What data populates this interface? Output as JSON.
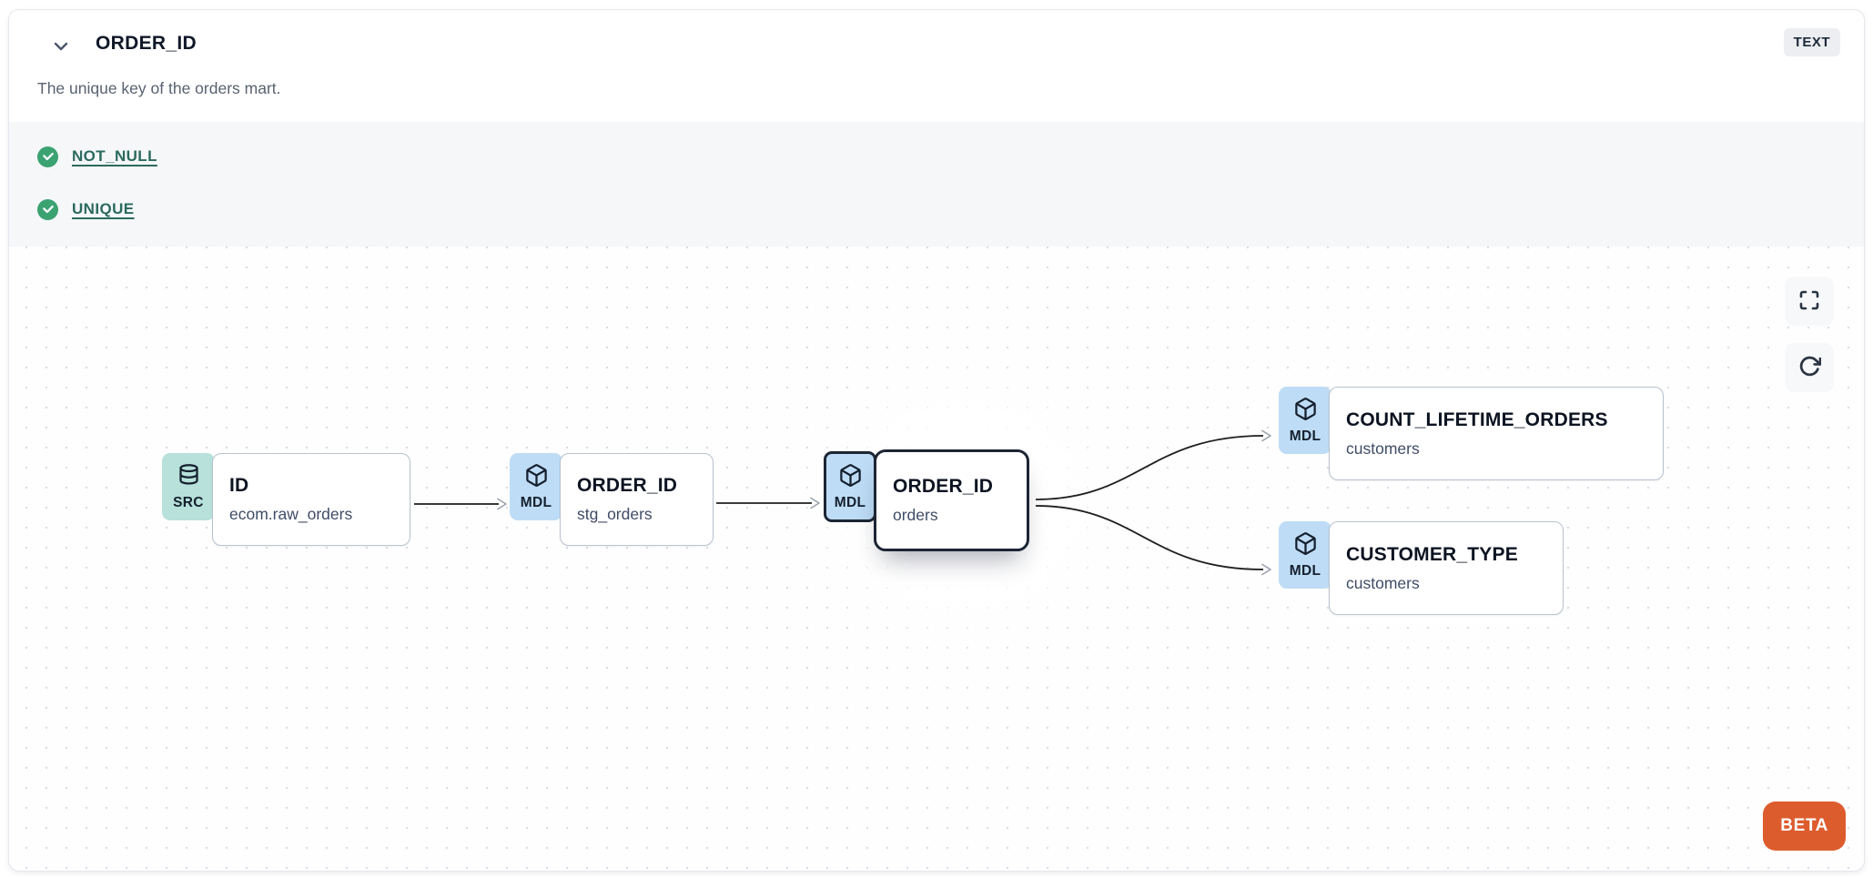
{
  "header": {
    "title": "ORDER_ID",
    "type_badge": "TEXT",
    "collapse_icon": "chevron-down-icon",
    "description": "The unique key of the orders mart."
  },
  "tests": {
    "items": [
      {
        "label": "NOT_NULL",
        "status": "pass",
        "icon": "check-circle-icon"
      },
      {
        "label": "UNIQUE",
        "status": "pass",
        "icon": "check-circle-icon"
      }
    ]
  },
  "lineage": {
    "nodes": [
      {
        "badge": "SRC",
        "icon": "database-icon",
        "title": "ID",
        "subtitle": "ecom.raw_orders",
        "selected": false
      },
      {
        "badge": "MDL",
        "icon": "cube-icon",
        "title": "ORDER_ID",
        "subtitle": "stg_orders",
        "selected": false
      },
      {
        "badge": "MDL",
        "icon": "cube-icon",
        "title": "ORDER_ID",
        "subtitle": "orders",
        "selected": true
      },
      {
        "badge": "MDL",
        "icon": "cube-icon",
        "title": "COUNT_LIFETIME_ORDERS",
        "subtitle": "customers",
        "selected": false
      },
      {
        "badge": "MDL",
        "icon": "cube-icon",
        "title": "CUSTOMER_TYPE",
        "subtitle": "customers",
        "selected": false
      }
    ],
    "edges": [
      {
        "from": "ID (ecom.raw_orders)",
        "to": "ORDER_ID (stg_orders)"
      },
      {
        "from": "ORDER_ID (stg_orders)",
        "to": "ORDER_ID (orders)"
      },
      {
        "from": "ORDER_ID (orders)",
        "to": "COUNT_LIFETIME_ORDERS (customers)"
      },
      {
        "from": "ORDER_ID (orders)",
        "to": "CUSTOMER_TYPE (customers)"
      }
    ],
    "controls": [
      {
        "icon": "fullscreen-icon"
      },
      {
        "icon": "refresh-icon"
      }
    ],
    "beta_label": "BETA"
  },
  "colors": {
    "src_badge_bg": "#b7e1da",
    "mdl_badge_bg": "#bedcf6",
    "selected_border": "#1c2534",
    "test_pass_green": "#3ba272",
    "test_link": "#2b6a5e",
    "beta_bg": "#dd5c2d",
    "type_badge_bg": "#eceef2"
  }
}
